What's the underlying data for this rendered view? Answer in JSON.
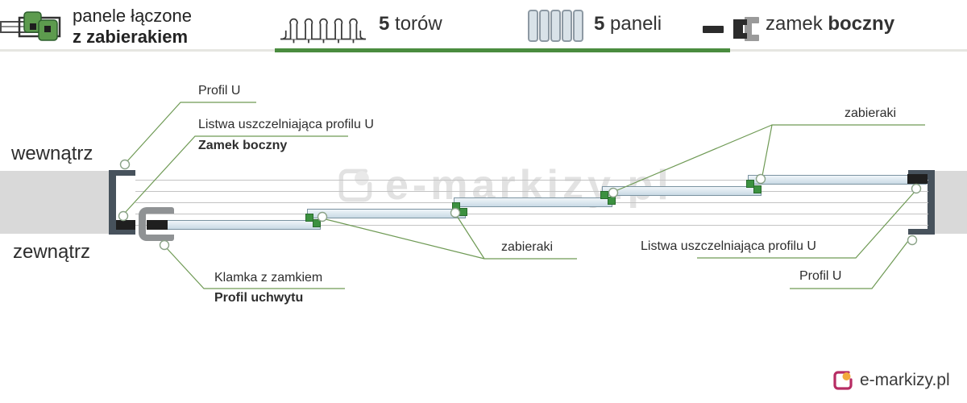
{
  "header": {
    "brand": {
      "title_line1": "panele łączone",
      "title_line2": "z zabierakiem"
    },
    "stat_tracks": {
      "value": "5",
      "label": "torów"
    },
    "stat_panels": {
      "value": "5",
      "label": "paneli"
    },
    "stat_lock": {
      "prefix": "zamek",
      "bold": "boczny"
    }
  },
  "diagram": {
    "inside_label": "wewnątrz",
    "outside_label": "zewnątrz",
    "callout_profil_u_top": "Profil U",
    "callout_listwa_top": "Listwa uszczelniająca profilu U",
    "callout_zamek_boczny": "Zamek boczny",
    "callout_klamka": "Klamka z zamkiem",
    "callout_profil_uchwytu": "Profil uchwytu",
    "callout_zabieraki_bottom": "zabieraki",
    "callout_zabieraki_top": "zabieraki",
    "callout_listwa_right": "Listwa uszczelniająca profilu U",
    "callout_profil_u_right": "Profil U",
    "watermark_text": "e-markizy.pl"
  },
  "footer": {
    "logo_text": "e-markizy.pl"
  },
  "colors": {
    "accent_green": "#4a8c3f",
    "leader_green": "#6f9a55",
    "carrier_green": "#3c9140",
    "profile_dark": "#47525c",
    "panel_fill": "#d9e6ef",
    "wall_gray": "#d9d9d9",
    "logo_magenta": "#b72c63",
    "logo_orange": "#f2a93b",
    "text_dark": "#2d2d2d"
  }
}
